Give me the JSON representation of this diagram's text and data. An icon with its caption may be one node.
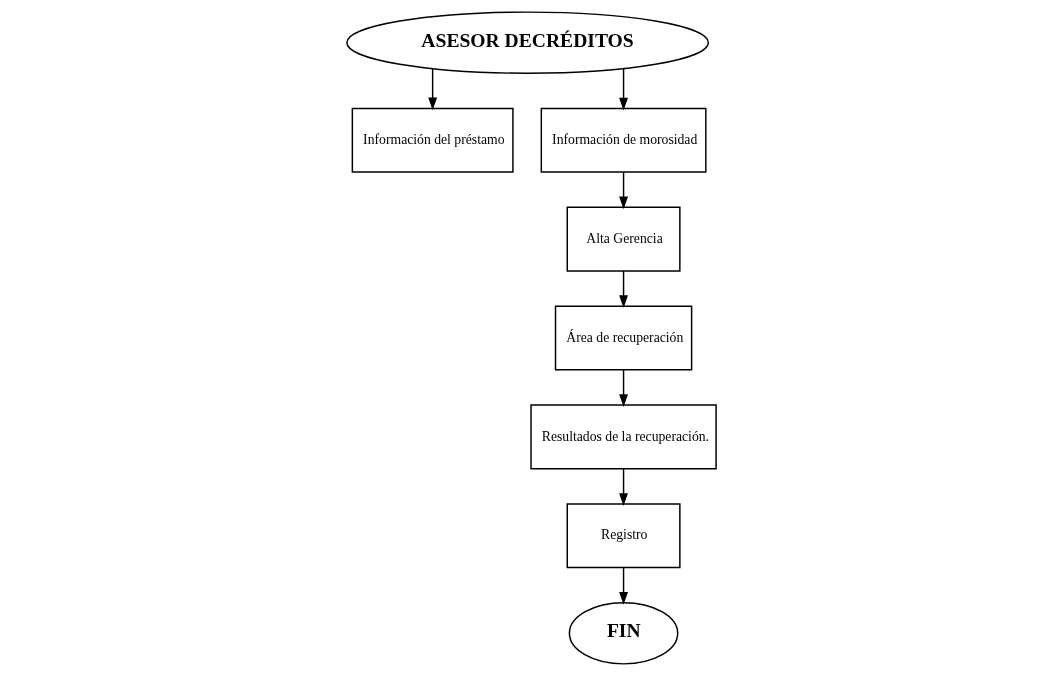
{
  "diagram": {
    "nodes": [
      {
        "text": [
          "ASESOR DECRÉDITOS"
        ]
      },
      {
        "text": [
          "Información del préstamo"
        ]
      },
      {
        "text": [
          "Información de morosidad"
        ]
      },
      {
        "text": [
          "Alta Gerencia"
        ]
      },
      {
        "text": [
          "Área de recuperación"
        ]
      },
      {
        "text": [
          "Resultados de la recuperación."
        ]
      },
      {
        "text": [
          "Registro"
        ]
      },
      {
        "text": [
          "FIN"
        ]
      }
    ],
    "edges": [
      {
        "from": 0,
        "to": 1,
        "arrow": "to"
      },
      {
        "from": 0,
        "to": 2,
        "arrow": "to"
      },
      {
        "from": 2,
        "to": 3,
        "arrow": "to"
      },
      {
        "from": 3,
        "to": 4,
        "arrow": "to"
      },
      {
        "from": 4,
        "to": 5,
        "arrow": "to"
      },
      {
        "from": 5,
        "to": 6,
        "arrow": "to"
      },
      {
        "from": 6,
        "to": 7,
        "arrow": "to"
      }
    ]
  }
}
